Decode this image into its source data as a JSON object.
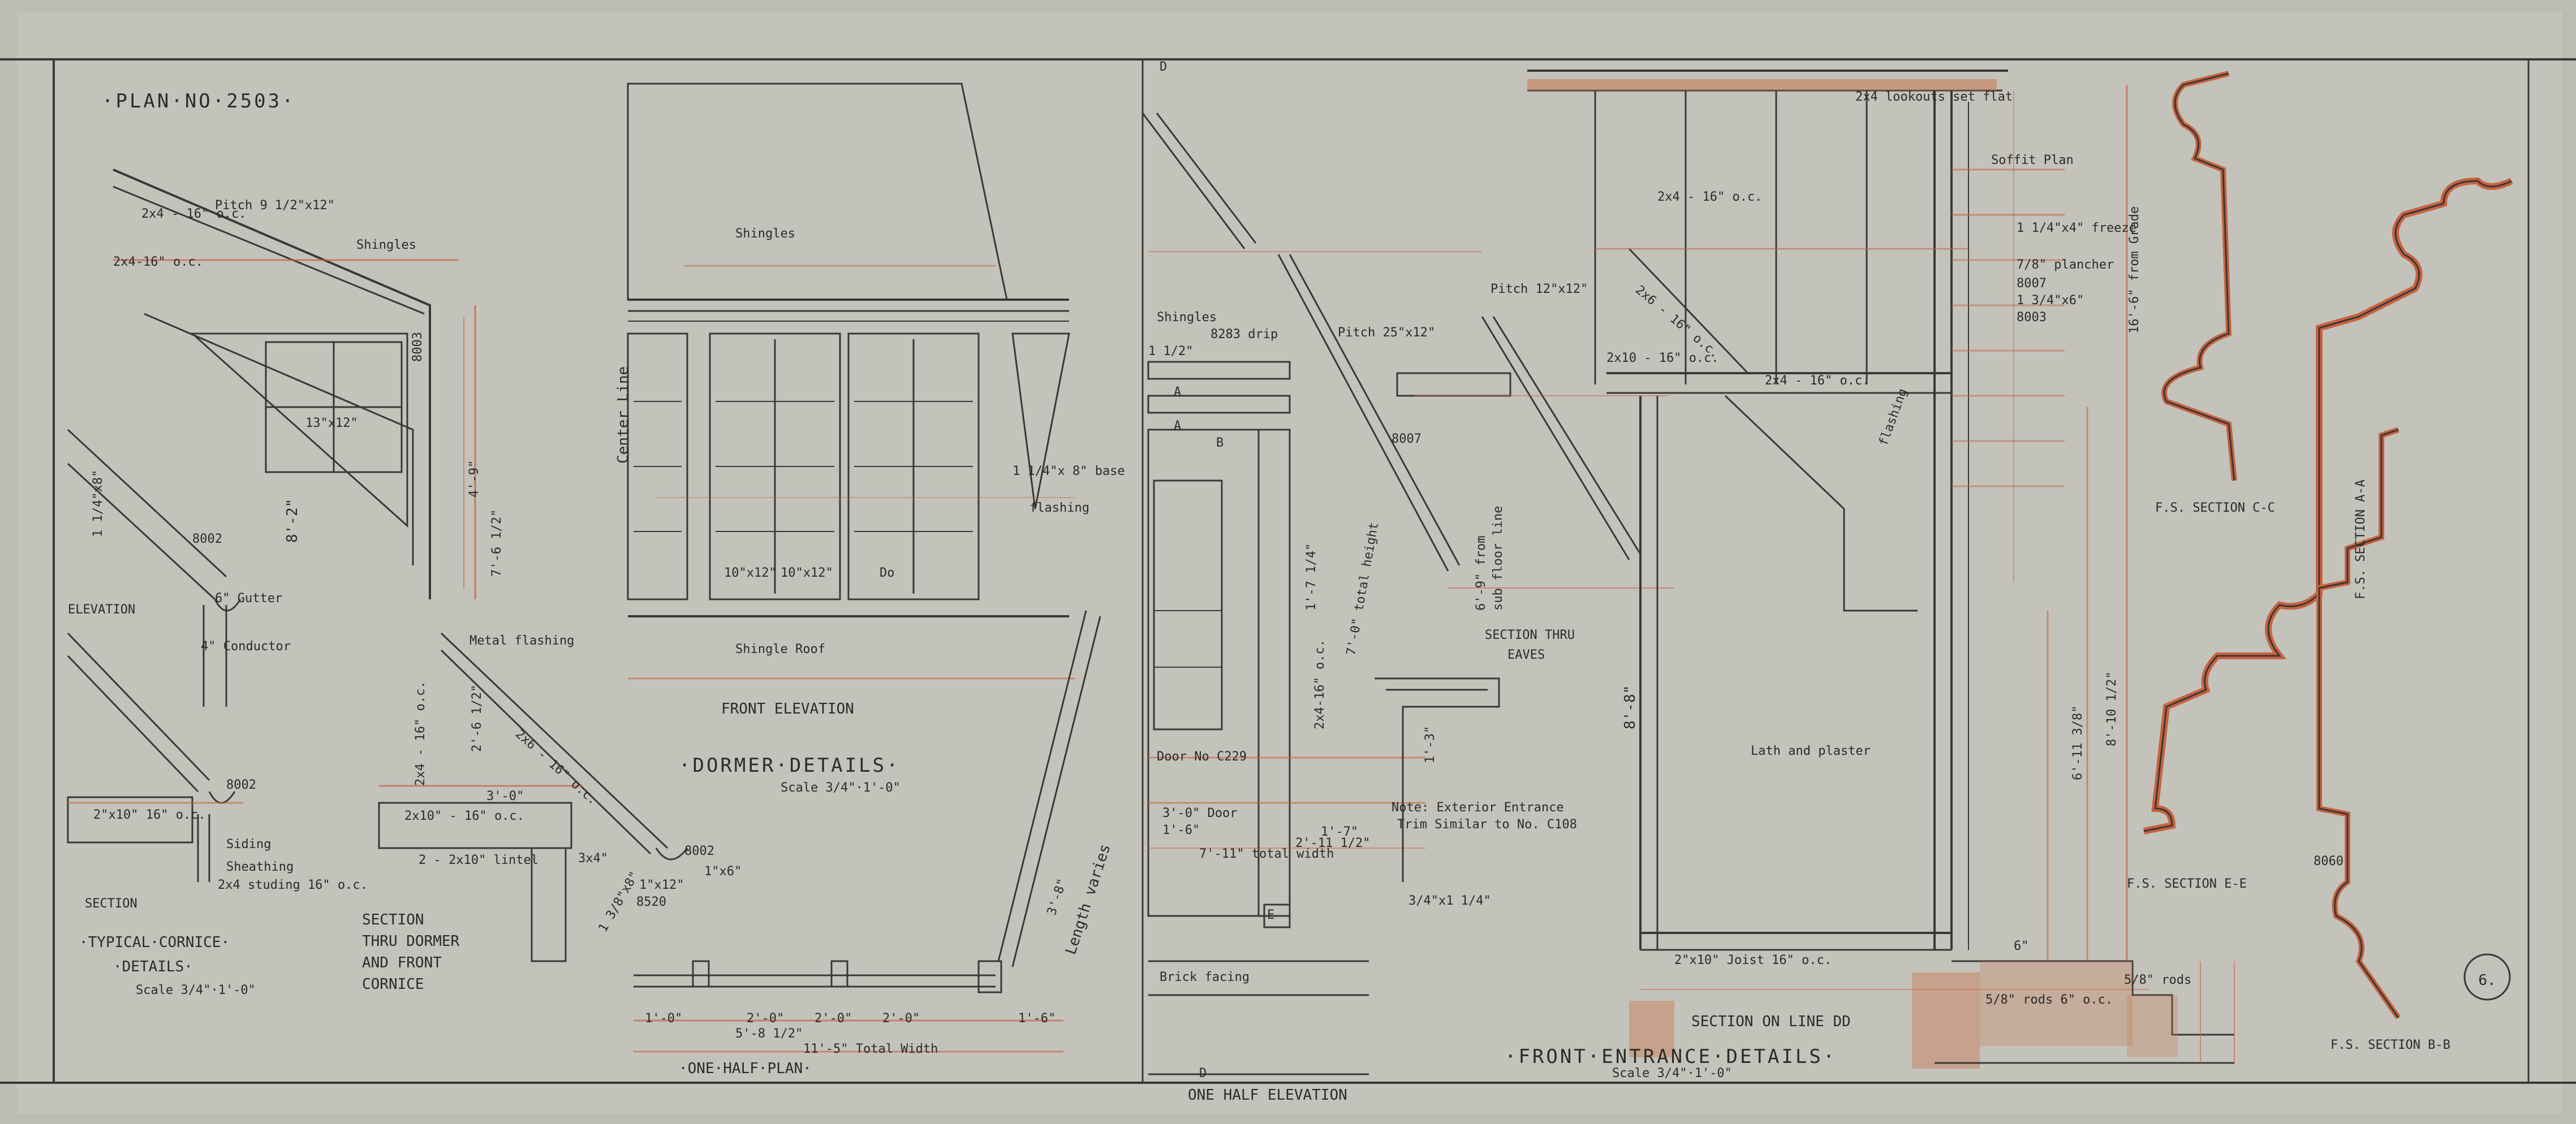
{
  "sheet": {
    "plan_no": "·PLAN·NO·2503·",
    "sheet_number": "6."
  },
  "cornice": {
    "title_1": "·TYPICAL·CORNICE·",
    "title_2": "·DETAILS·",
    "scale": "Scale 3/4\"·1'-0\"",
    "labels": [
      "Pitch 9 1/2\"x12\"",
      "2x4 - 16\" o.c.",
      "2x4-16\" o.c.",
      "Shingles",
      "8003",
      "4'-9\"",
      "8'-2\"",
      "7'-6 1/2\"",
      "13\"x12\"",
      "1 1/4\"x8\"",
      "8002",
      "6\" Gutter",
      "4\" Conductor",
      "ELEVATION",
      "Metal flashing",
      "2x4 - 16\" o.c.",
      "2'-6 1/2\"",
      "2x6 - 16\" o.c.",
      "3'-0\"",
      "2x10\" - 16\" o.c.",
      "2 - 2x10\" lintel",
      "1\"x6\"",
      "8002",
      "1\"x12\"",
      "8520",
      "3x4\"",
      "1 3/8\"x8\"",
      "8002",
      "2\"x10\" 16\" o.c.",
      "Siding",
      "Sheathing",
      "2x4 studing 16\" o.c.",
      "SECTION"
    ],
    "section_title": [
      "SECTION",
      "THRU DORMER",
      "AND FRONT",
      "CORNICE"
    ]
  },
  "dormer": {
    "shingles": "Shingles",
    "center_line": "Center Line",
    "pane_labels": [
      "10\"x12\"",
      "10\"x12\"",
      "Do"
    ],
    "base": "1 1/4\"x 8\" base",
    "flashing": "flashing",
    "shingle_roof": "Shingle Roof",
    "front_elevation": "FRONT ELEVATION",
    "title": "·DORMER·DETAILS·",
    "scale": "Scale 3/4\"·1'-0\"",
    "length_varies": "Length varies",
    "length_dim": "3'-8\"",
    "plan_dims": [
      "1'-0\"",
      "2'-0\"",
      "2'-0\"",
      "2'-0\"",
      "1'-6\"",
      "5'-8 1/2\"",
      "11'-5\" Total Width"
    ],
    "half_plan": "·ONE·HALF·PLAN·"
  },
  "entrance": {
    "labels": [
      "D",
      "Shingles",
      "8283 drip",
      "Pitch 25\"x12\"",
      "1 1/2\"",
      "A",
      "A",
      "B",
      "1'-7 1/4\"",
      "7'-0\" total height",
      "2x4-16\" o.c.",
      "Door No C229",
      "3'-0\" Door",
      "1'-6\"",
      "7'-11\" total width",
      "1'-7\"",
      "2'-11 1/2\"",
      "E",
      "Brick facing",
      "D",
      "3/4\"x1 1/4\"",
      "1'-3\""
    ],
    "one_half_elevation": "ONE HALF ELEVATION",
    "section_thru_eaves": [
      "SECTION THRU",
      "EAVES"
    ],
    "pitch": "Pitch 12\"x12\"",
    "note": [
      "Note: Exterior Entrance",
      "Trim Similar to No. C108"
    ],
    "eaves_labels": [
      "8007",
      "6'-9\" from",
      "sub floor line"
    ]
  },
  "section_dd": {
    "labels": [
      "2x4 lookouts set flat",
      "Soffit Plan",
      "2x4 - 16\" o.c.",
      "2x6 - 16\" o.c.",
      "2x10 - 16\" o.c.",
      "2x4 - 16\" o.c.",
      "1 1/4\"x4\" freeze",
      "7/8\" plancher",
      "8007",
      "1 3/4\"x6\"",
      "8003",
      "flashing",
      "Lath and plaster",
      "8'-8\"",
      "6'-11 3/8\"",
      "8'-10 1/2\"",
      "16'-6\" from Grade",
      "2\"x10\" Joist 16\" o.c.",
      "5/8\" rods",
      "5/8\" rods 6\" o.c.",
      "6\""
    ],
    "title": "SECTION ON LINE DD",
    "front_entrance": "·FRONT·ENTRANCE·DETAILS·",
    "scale": "Scale 3/4\"·1'-0\""
  },
  "profiles": {
    "cc": "F.S. SECTION C-C",
    "aa": "F.S. SECTION A-A",
    "ee": "F.S. SECTION E-E",
    "bb": "F.S. SECTION B-B",
    "bb_num": "8060"
  }
}
